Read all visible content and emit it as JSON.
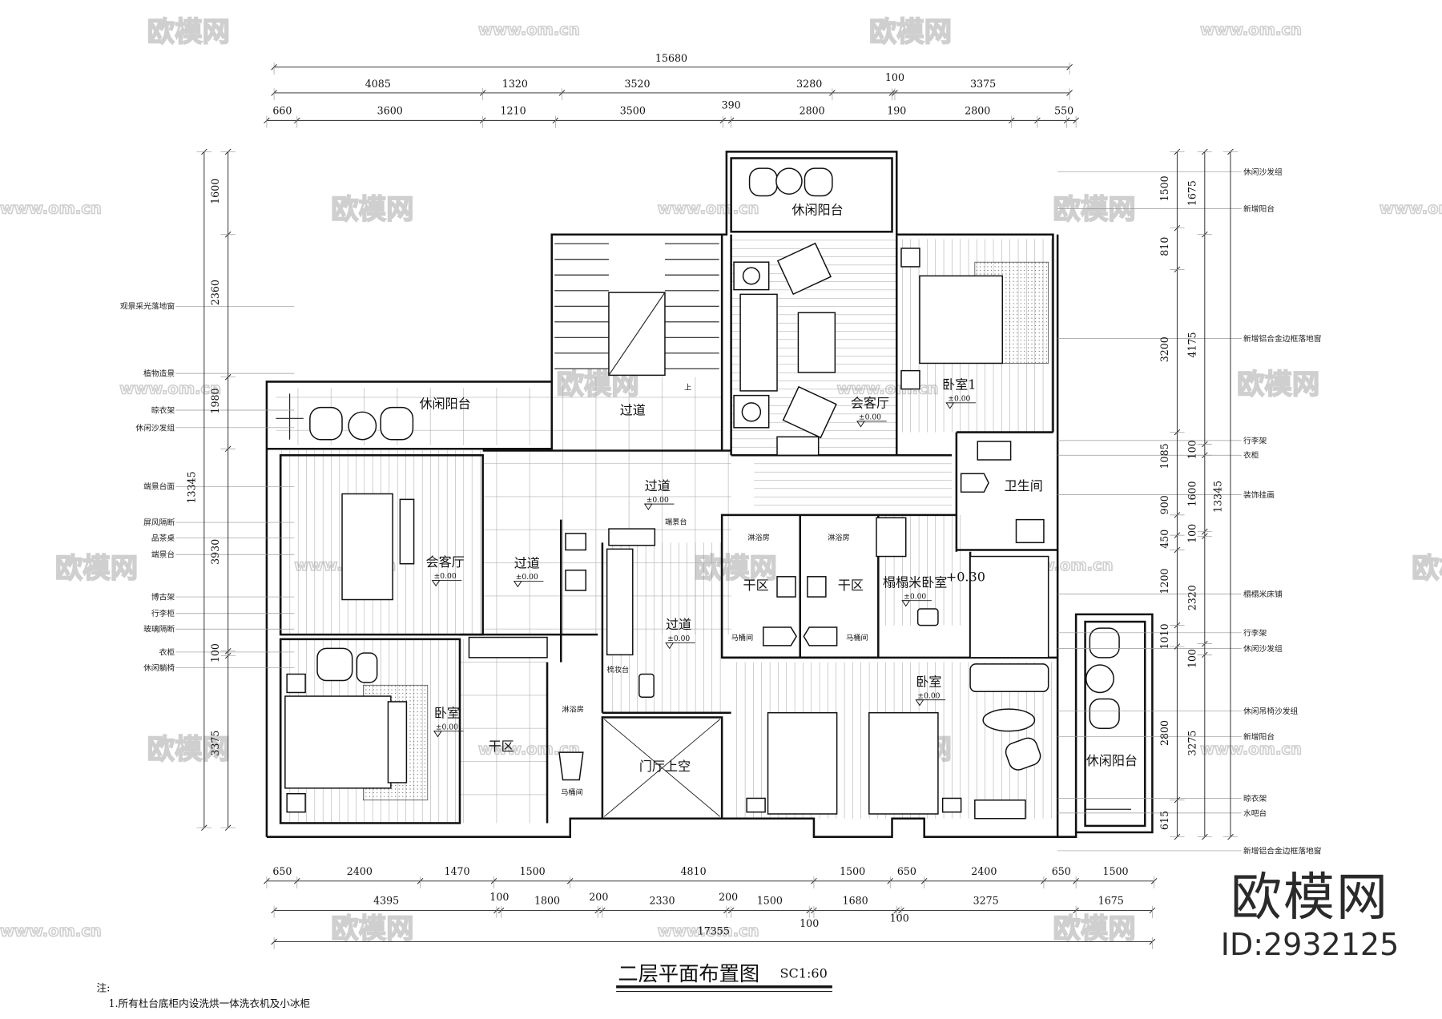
{
  "title": {
    "text": "二层平面布置图",
    "scale": "SC1:60"
  },
  "notes": {
    "heading": "注:",
    "items": [
      "1.所有杜台底柜内设洗烘一体洗衣机及小冰柜"
    ]
  },
  "watermark": {
    "logo_text": "欧模网",
    "url_text": "www.om.cn",
    "brand": "欧模网",
    "id": "ID:2932125"
  },
  "rooms": [
    {
      "name": "休闲阳台"
    },
    {
      "name": "过道"
    },
    {
      "name": "会客厅",
      "level": "±0.00"
    },
    {
      "name": "卧室1",
      "level": "±0.00"
    },
    {
      "name": "卫生间"
    },
    {
      "name": "过道",
      "level": "±0.00"
    },
    {
      "name": "端景台"
    },
    {
      "name": "淋浴房"
    },
    {
      "name": "淋浴房"
    },
    {
      "name": "干区"
    },
    {
      "name": "干区"
    },
    {
      "name": "榻榻米卧室",
      "level": "±0.00"
    },
    {
      "name": "+0.30"
    },
    {
      "name": "马桶间"
    },
    {
      "name": "马桶间"
    },
    {
      "name": "过道",
      "level": "±0.00"
    },
    {
      "name": "梳妆台"
    },
    {
      "name": "门厅上空"
    },
    {
      "name": "卧室",
      "level": "±0.00"
    },
    {
      "name": "休闲阳台"
    },
    {
      "name": "休闲阳台"
    },
    {
      "name": "会客厅",
      "level": "±0.00"
    },
    {
      "name": "过道",
      "level": "±0.00"
    },
    {
      "name": "卧室",
      "level": "±0.00"
    },
    {
      "name": "干区"
    },
    {
      "name": "淋浴房"
    },
    {
      "name": "马桶间"
    },
    {
      "name": "上"
    }
  ],
  "annotations_left": [
    "观景采光落地窗",
    "植物造景",
    "晾衣架",
    "休闲沙发组",
    "端景台面",
    "屏风隔断",
    "品茶桌",
    "端景台",
    "博古架",
    "行李柜",
    "玻璃隔断",
    "衣柜",
    "休闲躺椅"
  ],
  "annotations_right": [
    "休闲沙发组",
    "新增阳台",
    "新增铝合金边框落地窗",
    "行李架",
    "衣柜",
    "装饰挂画",
    "榻榻米床铺",
    "行李架",
    "休闲沙发组",
    "休闲吊椅沙发组",
    "新增阳台",
    "晾衣架",
    "水吧台",
    "新增铝合金边框落地窗"
  ],
  "dimensions": {
    "top_total": "15680",
    "top_row2": [
      "4085",
      "1320",
      "3520",
      "3280",
      "100",
      "3375"
    ],
    "top_row3": [
      "660",
      "3600",
      "1210",
      "3500",
      "390",
      "2800",
      "190",
      "2800",
      "550"
    ],
    "bottom_row1": [
      "650",
      "2400",
      "1470",
      "1500",
      "4810",
      "1500",
      "650",
      "2400",
      "650",
      "1500"
    ],
    "bottom_row2": [
      "4395",
      "100",
      "1800",
      "200",
      "2330",
      "200",
      "1500",
      "100",
      "1680",
      "100",
      "3275",
      "1675"
    ],
    "bottom_total": "17355",
    "left": [
      "1600",
      "2360",
      "1980",
      "13345",
      "3930",
      "100",
      "3375"
    ],
    "right_col1": [
      "1500",
      "810",
      "3200",
      "1085",
      "900",
      "450",
      "1200",
      "1010",
      "2800",
      "615"
    ],
    "right_col2": [
      "1675",
      "4175",
      "100",
      "1600",
      "100",
      "2320",
      "100",
      "3275"
    ],
    "right_total": "13345"
  }
}
